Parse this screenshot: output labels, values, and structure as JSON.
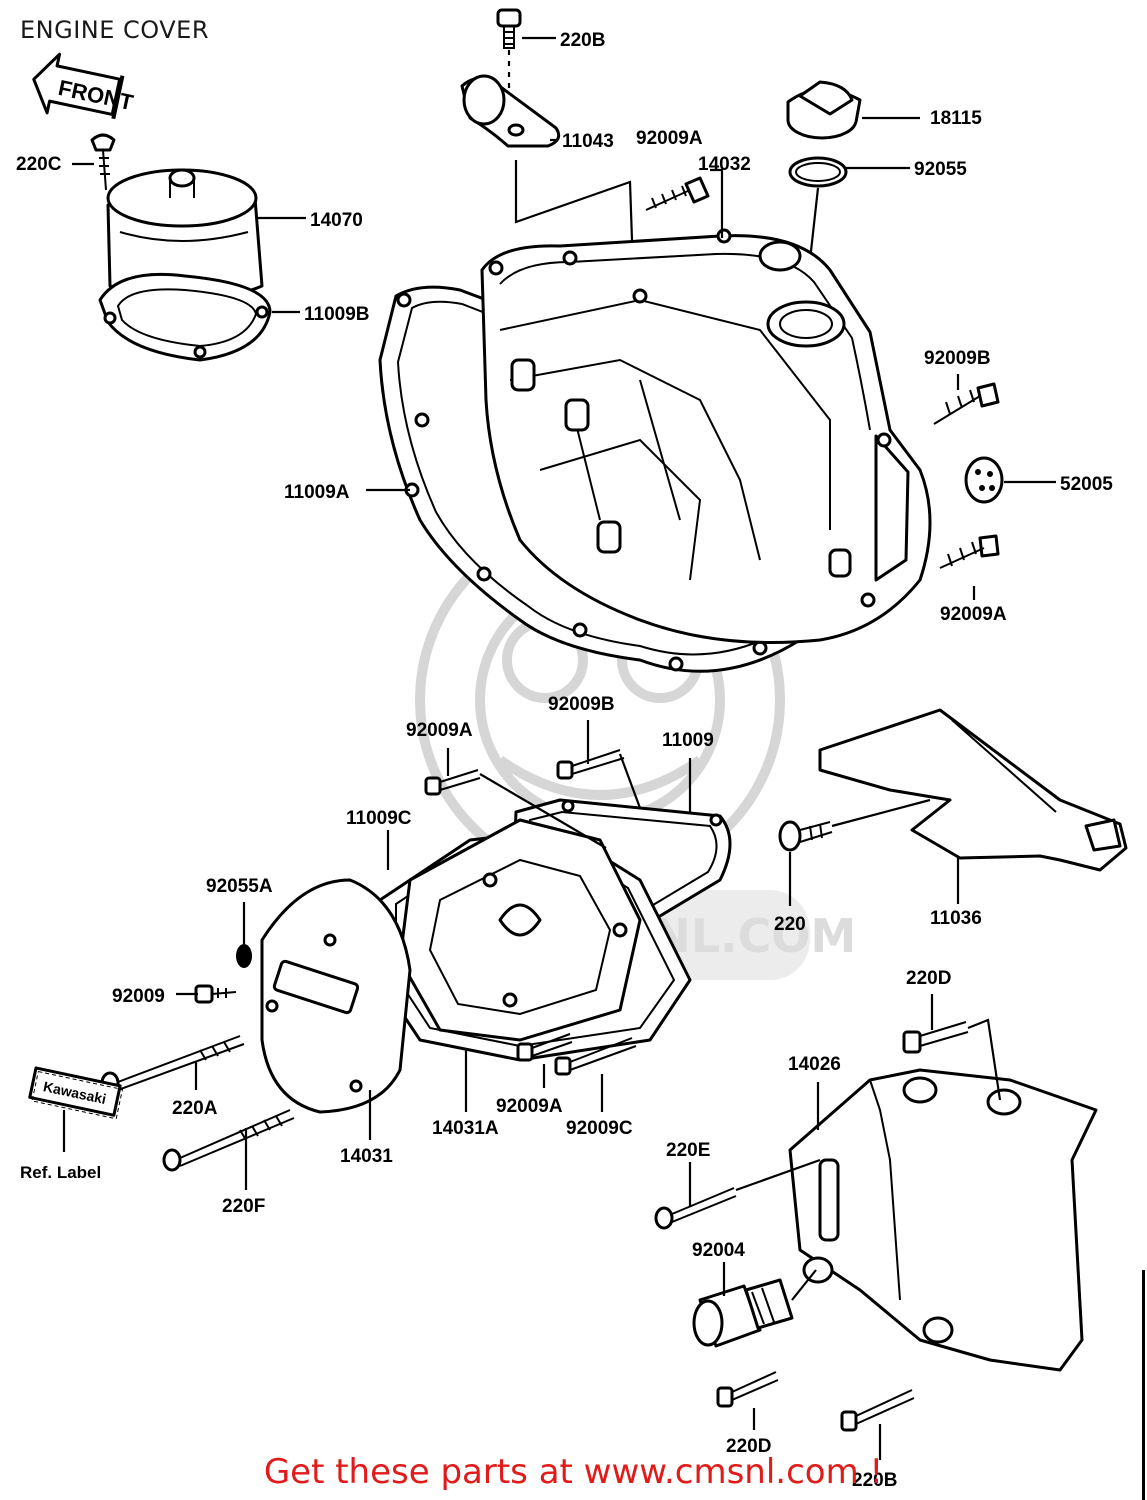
{
  "title": "ENGINE COVER",
  "front_sign": "FRONT",
  "watermark": "WWW.CMSNL.COM",
  "ref_label": {
    "tag_text": "Kawasaki",
    "caption": "Ref. Label"
  },
  "footer": "Get these parts at www.cmsnl.com !",
  "callouts": [
    "220B",
    "11043",
    "92009A",
    "14032",
    "18115",
    "92055",
    "220C",
    "14070",
    "11009B",
    "92009B",
    "11009A",
    "52005",
    "92009A",
    "92009A",
    "92009B",
    "11009",
    "11009C",
    "92055A",
    "220",
    "11036",
    "92009",
    "220D",
    "220A",
    "14026",
    "92009A",
    "92009C",
    "14031A",
    "14031",
    "220F",
    "220E",
    "92004",
    "220D",
    "220B"
  ]
}
